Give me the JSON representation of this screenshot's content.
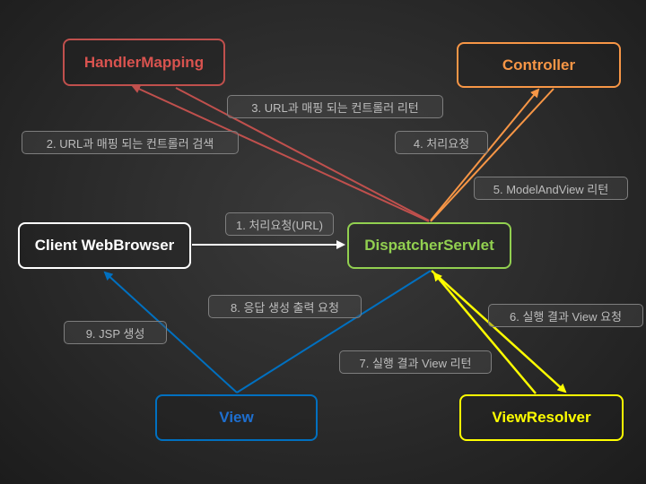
{
  "nodes": {
    "handler_mapping": "HandlerMapping",
    "controller": "Controller",
    "client": "Client WebBrowser",
    "dispatcher": "DispatcherServlet",
    "view": "View",
    "view_resolver": "ViewResolver"
  },
  "edges": {
    "e1": "1. 처리요청(URL)",
    "e2": "2. URL과 매핑 되는 컨트롤러 검색",
    "e3": "3. URL과 매핑 되는 컨트롤러 리턴",
    "e4": "4. 처리요청",
    "e5": "5. ModelAndView 리턴",
    "e6": "6. 실행 결과 View 요청",
    "e7": "7. 실행 결과 View 리턴",
    "e8": "8. 응답 생성 출력 요청",
    "e9": "9. JSP 생성"
  },
  "colors": {
    "handler_mapping": "#c0504d",
    "controller": "#f79646",
    "client": "#ffffff",
    "dispatcher": "#92d050",
    "view": "#0070c0",
    "view_resolver": "#ffff00",
    "background": "#2b2b2b"
  }
}
